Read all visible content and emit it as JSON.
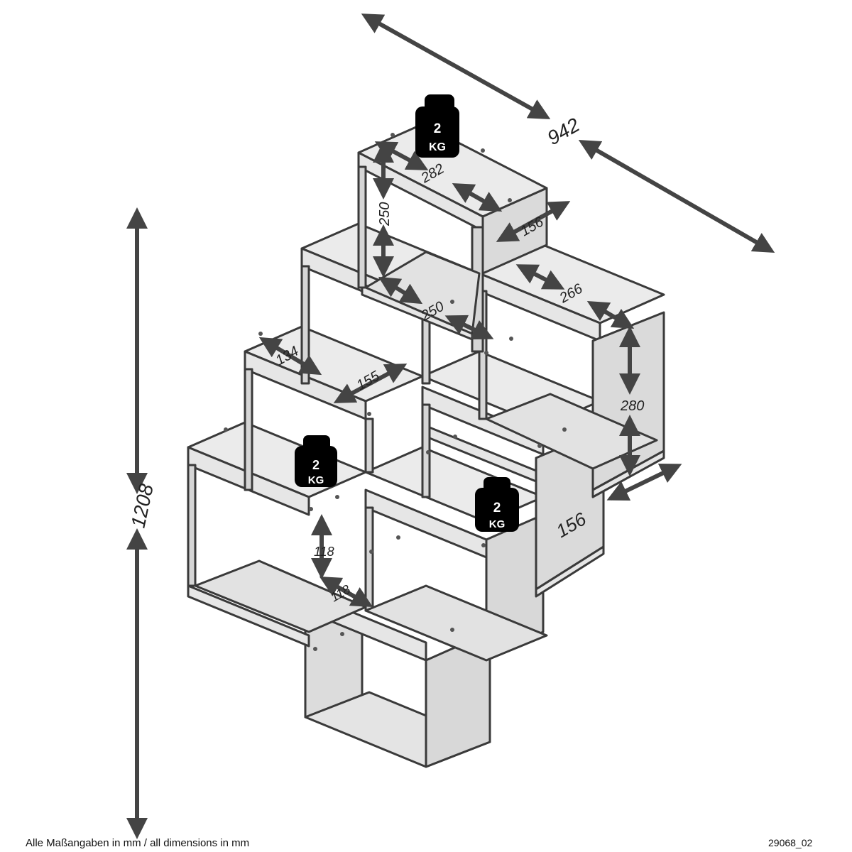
{
  "dimensions": {
    "width_total": "942",
    "height_total": "1208",
    "depth_top": "156",
    "depth_right": "156",
    "top_box_width": "282",
    "top_box_height": "250",
    "inner_250": "250",
    "right_box_width": "266",
    "right_box_height": "280",
    "shelf_134": "134",
    "shelf_155": "155",
    "small_118_vertical": "118",
    "small_118_horizontal": "118"
  },
  "weights": {
    "top": {
      "value": "2",
      "unit": "KG"
    },
    "left": {
      "value": "2",
      "unit": "KG"
    },
    "right": {
      "value": "2",
      "unit": "KG"
    }
  },
  "footer": {
    "note": "Alle Maßangaben in mm / all dimensions in mm",
    "code": "29068_02"
  },
  "colors": {
    "panel_face": "#e6e6e6",
    "panel_edge": "#3a3a3a",
    "arrow": "#444444",
    "weight": "#000000"
  }
}
